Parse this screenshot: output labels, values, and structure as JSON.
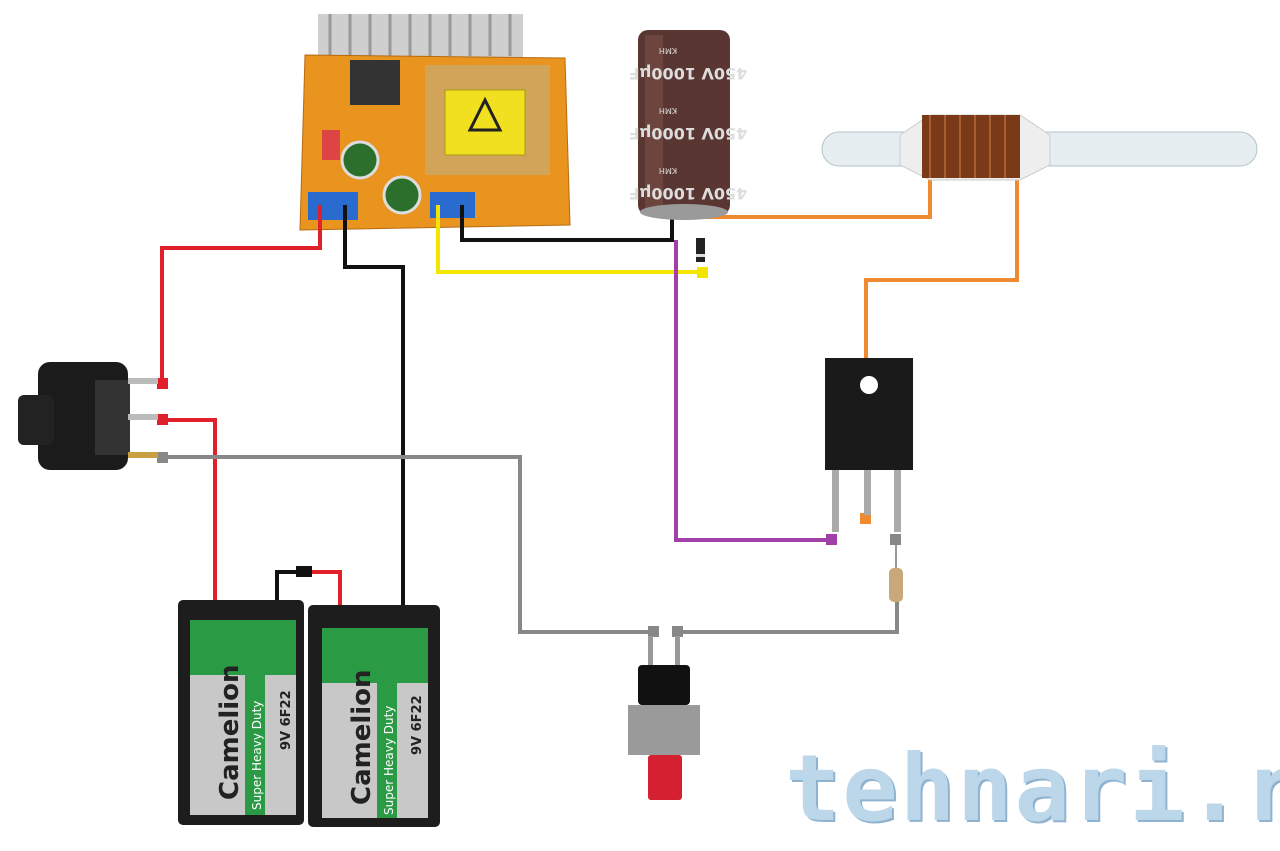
{
  "capacitor": {
    "label": "450V 1000µF",
    "series": "KMH"
  },
  "batteries": [
    {
      "brand": "Camelion",
      "line": "Super Heavy Duty",
      "type": "9V 6F22"
    },
    {
      "brand": "Camelion",
      "line": "Super Heavy Duty",
      "type": "9V 6F22"
    }
  ],
  "watermark": "tehnari.ru",
  "colors": {
    "positive": "#e0202a",
    "negative": "#111111",
    "trigger": "#888888",
    "gate": "#a040a8",
    "hv": "#f08a30",
    "hv_in": "#f2e600"
  }
}
